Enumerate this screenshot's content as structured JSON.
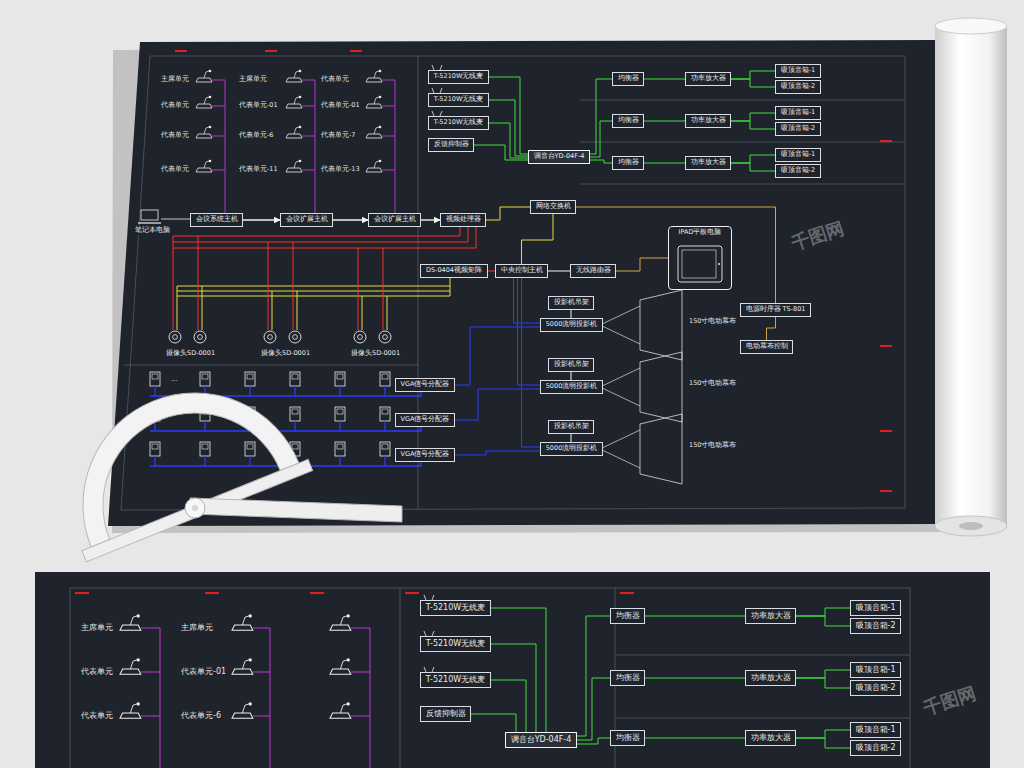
{
  "diagram": {
    "nodes": [
      {
        "text": [
          "会议系统主机"
        ]
      },
      {
        "text": [
          "会议扩展主机"
        ]
      },
      {
        "text": [
          "会议扩展主机"
        ]
      },
      {
        "text": [
          "视频处理器"
        ]
      },
      {
        "text": [
          "T-5210W无线麦"
        ]
      },
      {
        "text": [
          "T-5210W无线麦"
        ]
      },
      {
        "text": [
          "T-5210W无线麦"
        ]
      },
      {
        "text": [
          "反馈抑制器"
        ]
      },
      {
        "text": [
          "调音台YD-04F-4"
        ]
      },
      {
        "text": [
          "均衡器"
        ]
      },
      {
        "text": [
          "功率放大器"
        ]
      },
      {
        "text": [
          "吸顶音箱-1"
        ]
      },
      {
        "text": [
          "吸顶音箱-2"
        ]
      },
      {
        "text": [
          "均衡器"
        ]
      },
      {
        "text": [
          "功率放大器"
        ]
      },
      {
        "text": [
          "吸顶音箱-1"
        ]
      },
      {
        "text": [
          "吸顶音箱-2"
        ]
      },
      {
        "text": [
          "均衡器"
        ]
      },
      {
        "text": [
          "功率放大器"
        ]
      },
      {
        "text": [
          "吸顶音箱-1"
        ]
      },
      {
        "text": [
          "吸顶音箱-2"
        ]
      },
      {
        "text": [
          "网络交换机"
        ]
      },
      {
        "text": [
          "DS-0404视频矩阵"
        ]
      },
      {
        "text": [
          "中央控制主机"
        ]
      },
      {
        "text": [
          "无线路由器"
        ]
      },
      {
        "text": [
          "IPAD平板电脑"
        ]
      },
      {
        "text": [
          "电源时序器 TS-801"
        ]
      },
      {
        "text": [
          "电动幕布控制"
        ]
      },
      {
        "text": [
          "投影机吊架"
        ]
      },
      {
        "text": [
          "5000流明投影机"
        ]
      },
      {
        "text": [
          "投影机吊架"
        ]
      },
      {
        "text": [
          "5000流明投影机"
        ]
      },
      {
        "text": [
          "投影机吊架"
        ]
      },
      {
        "text": [
          "5000流明投影机"
        ]
      },
      {
        "text": [
          "VGA信号分配器"
        ]
      },
      {
        "text": [
          "VGA信号分配器"
        ]
      },
      {
        "text": [
          "VGA信号分配器"
        ]
      },
      {
        "text": [
          "T-5210W无线麦"
        ]
      },
      {
        "text": [
          "T-5210W无线麦"
        ]
      },
      {
        "text": [
          "T-5210W无线麦"
        ]
      },
      {
        "text": [
          "反馈抑制器"
        ]
      },
      {
        "text": [
          "调音台YD-04F-4"
        ]
      },
      {
        "text": [
          "均衡器"
        ]
      },
      {
        "text": [
          "功率放大器"
        ]
      },
      {
        "text": [
          "吸顶音箱-1"
        ]
      },
      {
        "text": [
          "吸顶音箱-2"
        ]
      },
      {
        "text": [
          "均衡器"
        ]
      },
      {
        "text": [
          "功率放大器"
        ]
      },
      {
        "text": [
          "吸顶音箱-1"
        ]
      },
      {
        "text": [
          "吸顶音箱-2"
        ]
      },
      {
        "text": [
          "均衡器"
        ]
      },
      {
        "text": [
          "功率放大器"
        ]
      },
      {
        "text": [
          "吸顶音箱-1"
        ]
      },
      {
        "text": [
          "吸顶音箱-2"
        ]
      }
    ],
    "edges": [
      {
        "from": 0,
        "to": 1,
        "arrow": "to"
      },
      {
        "from": 1,
        "to": 2,
        "arrow": "to"
      },
      {
        "from": 2,
        "to": 3,
        "arrow": "to"
      },
      {
        "from": 4,
        "to": 8,
        "arrow": "none"
      },
      {
        "from": 5,
        "to": 8,
        "arrow": "none"
      },
      {
        "from": 6,
        "to": 8,
        "arrow": "none"
      },
      {
        "from": 7,
        "to": 8,
        "arrow": "none"
      },
      {
        "from": 8,
        "to": 9,
        "arrow": "none"
      },
      {
        "from": 9,
        "to": 10,
        "arrow": "none"
      },
      {
        "from": 10,
        "to": 11,
        "arrow": "none"
      },
      {
        "from": 10,
        "to": 12,
        "arrow": "none"
      },
      {
        "from": 8,
        "to": 13,
        "arrow": "none"
      },
      {
        "from": 13,
        "to": 14,
        "arrow": "none"
      },
      {
        "from": 14,
        "to": 15,
        "arrow": "none"
      },
      {
        "from": 14,
        "to": 16,
        "arrow": "none"
      },
      {
        "from": 8,
        "to": 17,
        "arrow": "none"
      },
      {
        "from": 17,
        "to": 18,
        "arrow": "none"
      },
      {
        "from": 18,
        "to": 19,
        "arrow": "none"
      },
      {
        "from": 18,
        "to": 20,
        "arrow": "none"
      },
      {
        "from": 3,
        "to": 21,
        "arrow": "none"
      },
      {
        "from": 21,
        "to": 23,
        "arrow": "none"
      },
      {
        "from": 22,
        "to": 23,
        "arrow": "none"
      },
      {
        "from": 23,
        "to": 24,
        "arrow": "none"
      },
      {
        "from": 24,
        "to": 25,
        "arrow": "none"
      },
      {
        "from": 21,
        "to": 26,
        "arrow": "none"
      },
      {
        "from": 26,
        "to": 27,
        "arrow": "none"
      },
      {
        "from": 28,
        "to": 29,
        "arrow": "none"
      },
      {
        "from": 30,
        "to": 31,
        "arrow": "none"
      },
      {
        "from": 32,
        "to": 33,
        "arrow": "none"
      },
      {
        "from": 23,
        "to": 29,
        "arrow": "none"
      },
      {
        "from": 23,
        "to": 31,
        "arrow": "none"
      },
      {
        "from": 23,
        "to": 33,
        "arrow": "none"
      },
      {
        "from": 34,
        "to": 29,
        "arrow": "none"
      },
      {
        "from": 35,
        "to": 31,
        "arrow": "none"
      },
      {
        "from": 36,
        "to": 33,
        "arrow": "none"
      },
      {
        "from": 37,
        "to": 41,
        "arrow": "none"
      },
      {
        "from": 38,
        "to": 41,
        "arrow": "none"
      },
      {
        "from": 39,
        "to": 41,
        "arrow": "none"
      },
      {
        "from": 40,
        "to": 41,
        "arrow": "none"
      },
      {
        "from": 41,
        "to": 42,
        "arrow": "none"
      },
      {
        "from": 42,
        "to": 43,
        "arrow": "none"
      },
      {
        "from": 43,
        "to": 44,
        "arrow": "none"
      },
      {
        "from": 43,
        "to": 45,
        "arrow": "none"
      },
      {
        "from": 41,
        "to": 46,
        "arrow": "none"
      },
      {
        "from": 46,
        "to": 47,
        "arrow": "none"
      },
      {
        "from": 47,
        "to": 48,
        "arrow": "none"
      },
      {
        "from": 47,
        "to": 49,
        "arrow": "none"
      },
      {
        "from": 41,
        "to": 50,
        "arrow": "none"
      },
      {
        "from": 50,
        "to": 51,
        "arrow": "none"
      },
      {
        "from": 51,
        "to": 52,
        "arrow": "none"
      },
      {
        "from": 51,
        "to": 53,
        "arrow": "none"
      }
    ],
    "labels": [
      "主席单元",
      "代表单元",
      "代表单元",
      "代表单元",
      "主席单元",
      "代表单元-01",
      "代表单元-6",
      "代表单元-11",
      "代表单元",
      "代表单元-01",
      "代表单元-7",
      "代表单元-13",
      "笔记本电脑",
      "摄像头SD-0001",
      "摄像头SD-0001",
      "摄像头SD-0001",
      "...",
      "150寸电动幕布",
      "150寸电动幕布",
      "150寸电动幕布",
      "千图网",
      "主席单元",
      "代表单元",
      "代表单元",
      "主席单元",
      "代表单元-01",
      "代表单元-6",
      "千图网"
    ]
  }
}
